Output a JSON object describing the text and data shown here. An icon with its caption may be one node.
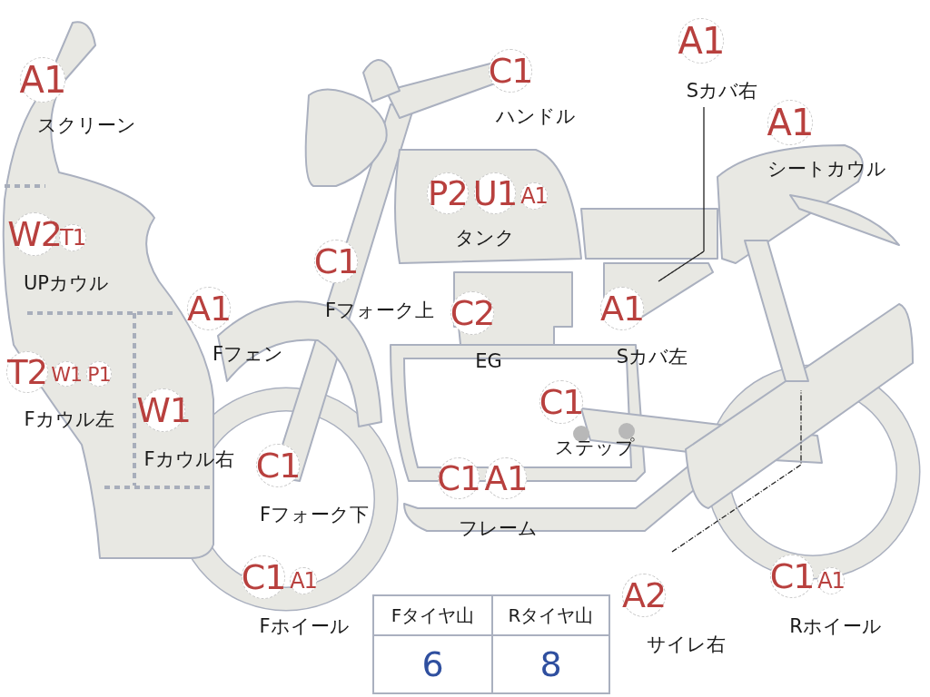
{
  "diagram": {
    "nodes": [
      {
        "text": [
          "A1"
        ],
        "beside": [
          "スクリーン"
        ]
      },
      {
        "text": [
          "C1"
        ],
        "beside": [
          "ハンドル"
        ]
      },
      {
        "text": [
          "A1"
        ],
        "beside": [
          "Sカバ右"
        ]
      },
      {
        "text": [
          "A1"
        ],
        "beside": [
          "シートカウル"
        ]
      },
      {
        "text": [
          "P2"
        ],
        "beside": [
          "タンク"
        ]
      },
      {
        "text": [
          "U1"
        ]
      },
      {
        "text": [
          "A1"
        ]
      },
      {
        "text": [
          "W2"
        ],
        "beside": [
          "UPカウル"
        ]
      },
      {
        "text": [
          "T1"
        ]
      },
      {
        "text": [
          "C1"
        ],
        "beside": [
          "Fフォーク上"
        ]
      },
      {
        "text": [
          "A1"
        ],
        "beside": [
          "Fフェン"
        ]
      },
      {
        "text": [
          "C2"
        ],
        "beside": [
          "EG"
        ]
      },
      {
        "text": [
          "A1"
        ],
        "beside": [
          "Sカバ左"
        ]
      },
      {
        "text": [
          "T2"
        ],
        "beside": [
          "Fカウル左"
        ]
      },
      {
        "text": [
          "W1"
        ]
      },
      {
        "text": [
          "P1"
        ]
      },
      {
        "text": [
          "W1"
        ],
        "beside": [
          "Fカウル右"
        ]
      },
      {
        "text": [
          "C1"
        ],
        "beside": [
          "ステップ"
        ]
      },
      {
        "text": [
          "C1"
        ],
        "beside": [
          "Fフォーク下"
        ]
      },
      {
        "text": [
          "C1"
        ],
        "beside": [
          "フレーム"
        ]
      },
      {
        "text": [
          "A1"
        ]
      },
      {
        "text": [
          "C1"
        ],
        "beside": [
          "Fホイール"
        ]
      },
      {
        "text": [
          "A1"
        ]
      },
      {
        "text": [
          "A2"
        ],
        "beside": [
          "サイレ右"
        ]
      },
      {
        "text": [
          "C1"
        ],
        "beside": [
          "Rホイール"
        ]
      },
      {
        "text": [
          "A1"
        ]
      }
    ],
    "edges": [
      {
        "from": 2,
        "to": null,
        "arrow": "none"
      },
      {
        "from": 23,
        "to": null,
        "arrow": "none"
      }
    ],
    "labels": [
      "Fタイヤ山",
      "Rタイヤ山",
      "6",
      "8"
    ]
  }
}
